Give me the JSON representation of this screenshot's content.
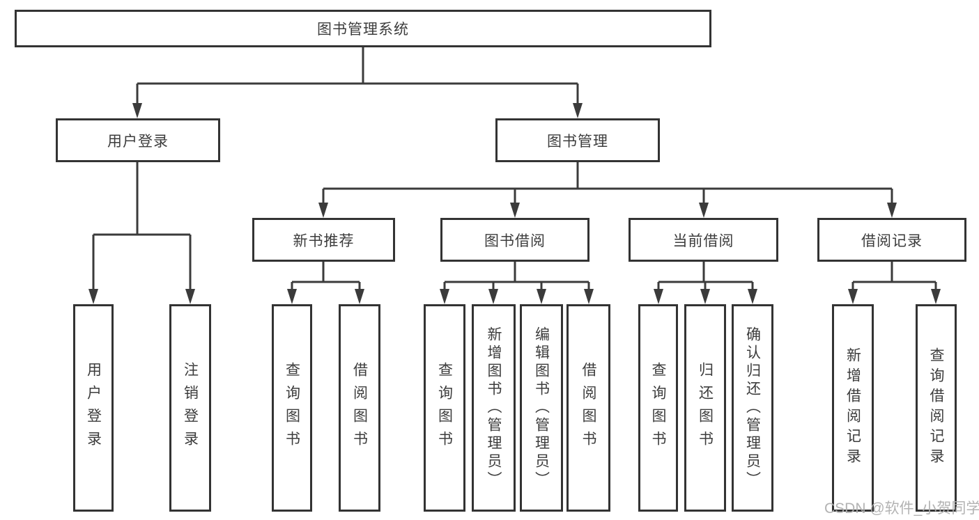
{
  "diagram": {
    "tree": {
      "label": "图书管理系统",
      "children": [
        {
          "label": "用户登录",
          "children": [
            {
              "label": "用户登录"
            },
            {
              "label": "注销登录"
            }
          ]
        },
        {
          "label": "图书管理",
          "children": [
            {
              "label": "新书推荐",
              "children": [
                {
                  "label": "查询图书"
                },
                {
                  "label": "借阅图书"
                }
              ]
            },
            {
              "label": "图书借阅",
              "children": [
                {
                  "label": "查询图书"
                },
                {
                  "label": "新增图书（管理员）"
                },
                {
                  "label": "编辑图书（管理员）"
                },
                {
                  "label": "借阅图书"
                }
              ]
            },
            {
              "label": "当前借阅",
              "children": [
                {
                  "label": "查询图书"
                },
                {
                  "label": "归还图书"
                },
                {
                  "label": "确认归还（管理员）"
                }
              ]
            },
            {
              "label": "借阅记录",
              "children": [
                {
                  "label": "新增借阅记录"
                },
                {
                  "label": "查询借阅记录"
                }
              ]
            }
          ]
        }
      ]
    },
    "colors": {
      "line": "#3b3b3b",
      "box_border": "#333333",
      "text": "#3c3c3c",
      "background": "#ffffff",
      "watermark": "#afafaf"
    }
  },
  "watermark": "CSDN @软件_小贺同学"
}
